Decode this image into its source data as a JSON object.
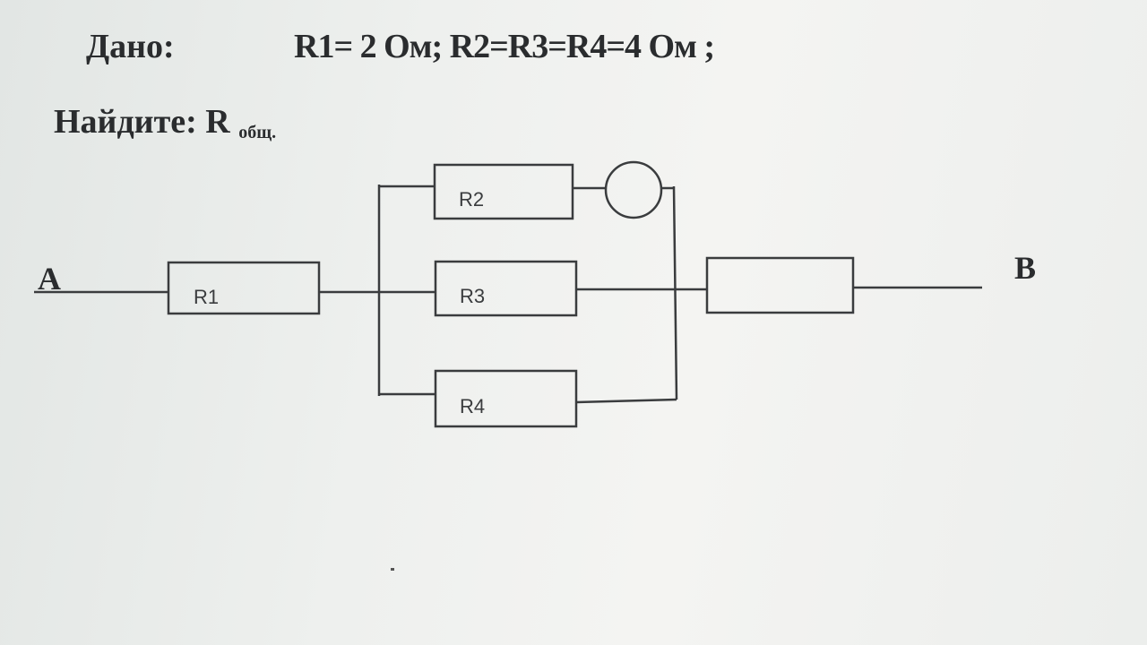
{
  "given": {
    "label": "Дано:",
    "values": "R1=  2 Ом; R2=R3=R4=4 Ом ;"
  },
  "find": {
    "label": "Найдите: R",
    "subscript": "общ."
  },
  "circuit": {
    "terminal_a": "A",
    "terminal_b": "B",
    "resistors": {
      "r1": "R1",
      "r2": "R2",
      "r3": "R3",
      "r4": "R4",
      "r5": ""
    }
  }
}
